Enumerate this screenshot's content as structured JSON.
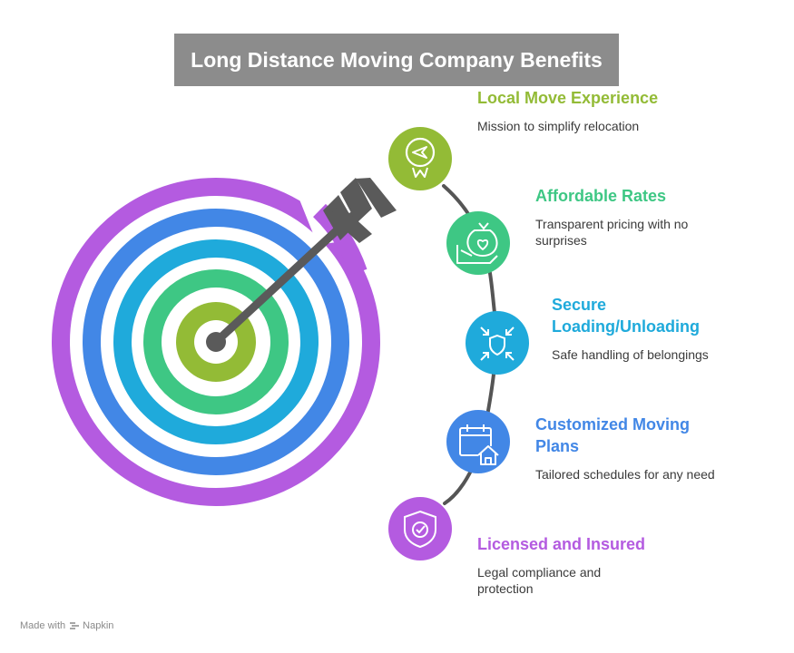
{
  "title": "Long Distance Moving Company Benefits",
  "items": [
    {
      "title": "Local Move Experience",
      "desc": "Mission to simplify relocation",
      "color": "#93bb36",
      "icon": "compass-icon"
    },
    {
      "title": "Affordable Rates",
      "desc": "Transparent pricing with no surprises",
      "color": "#3ec784",
      "icon": "money-bag-heart-icon"
    },
    {
      "title": "Secure Loading/Unloading",
      "desc": "Safe handling of belongings",
      "color": "#1faadb",
      "icon": "shield-arrows-icon"
    },
    {
      "title": "Customized Moving Plans",
      "desc": "Tailored schedules for any need",
      "color": "#4287e6",
      "icon": "calendar-home-icon"
    },
    {
      "title": "Licensed and Insured",
      "desc": "Legal compliance and protection",
      "color": "#b45be0",
      "icon": "shield-check-icon"
    }
  ],
  "footer": {
    "made_with": "Made with",
    "brand": "Napkin"
  }
}
